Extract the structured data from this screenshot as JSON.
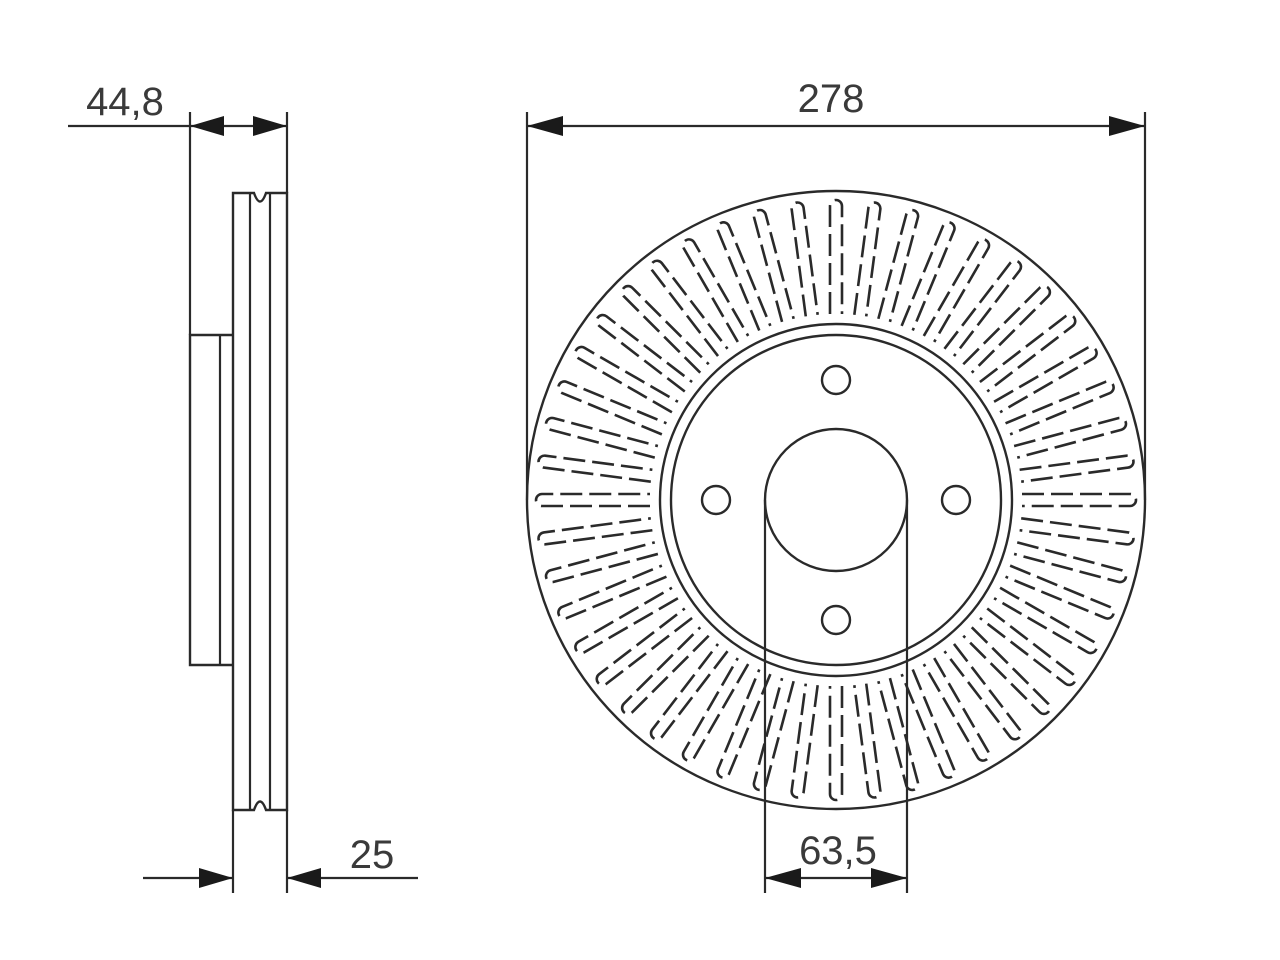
{
  "dimensions": {
    "hub_height": "44,8",
    "disc_thickness": "25",
    "outer_diameter": "278",
    "center_bore": "63,5"
  },
  "disc": {
    "bolt_hole_count": 4,
    "vent_slot_count": 48
  },
  "colors": {
    "ink": "#2a2a2a",
    "background": "#ffffff"
  }
}
